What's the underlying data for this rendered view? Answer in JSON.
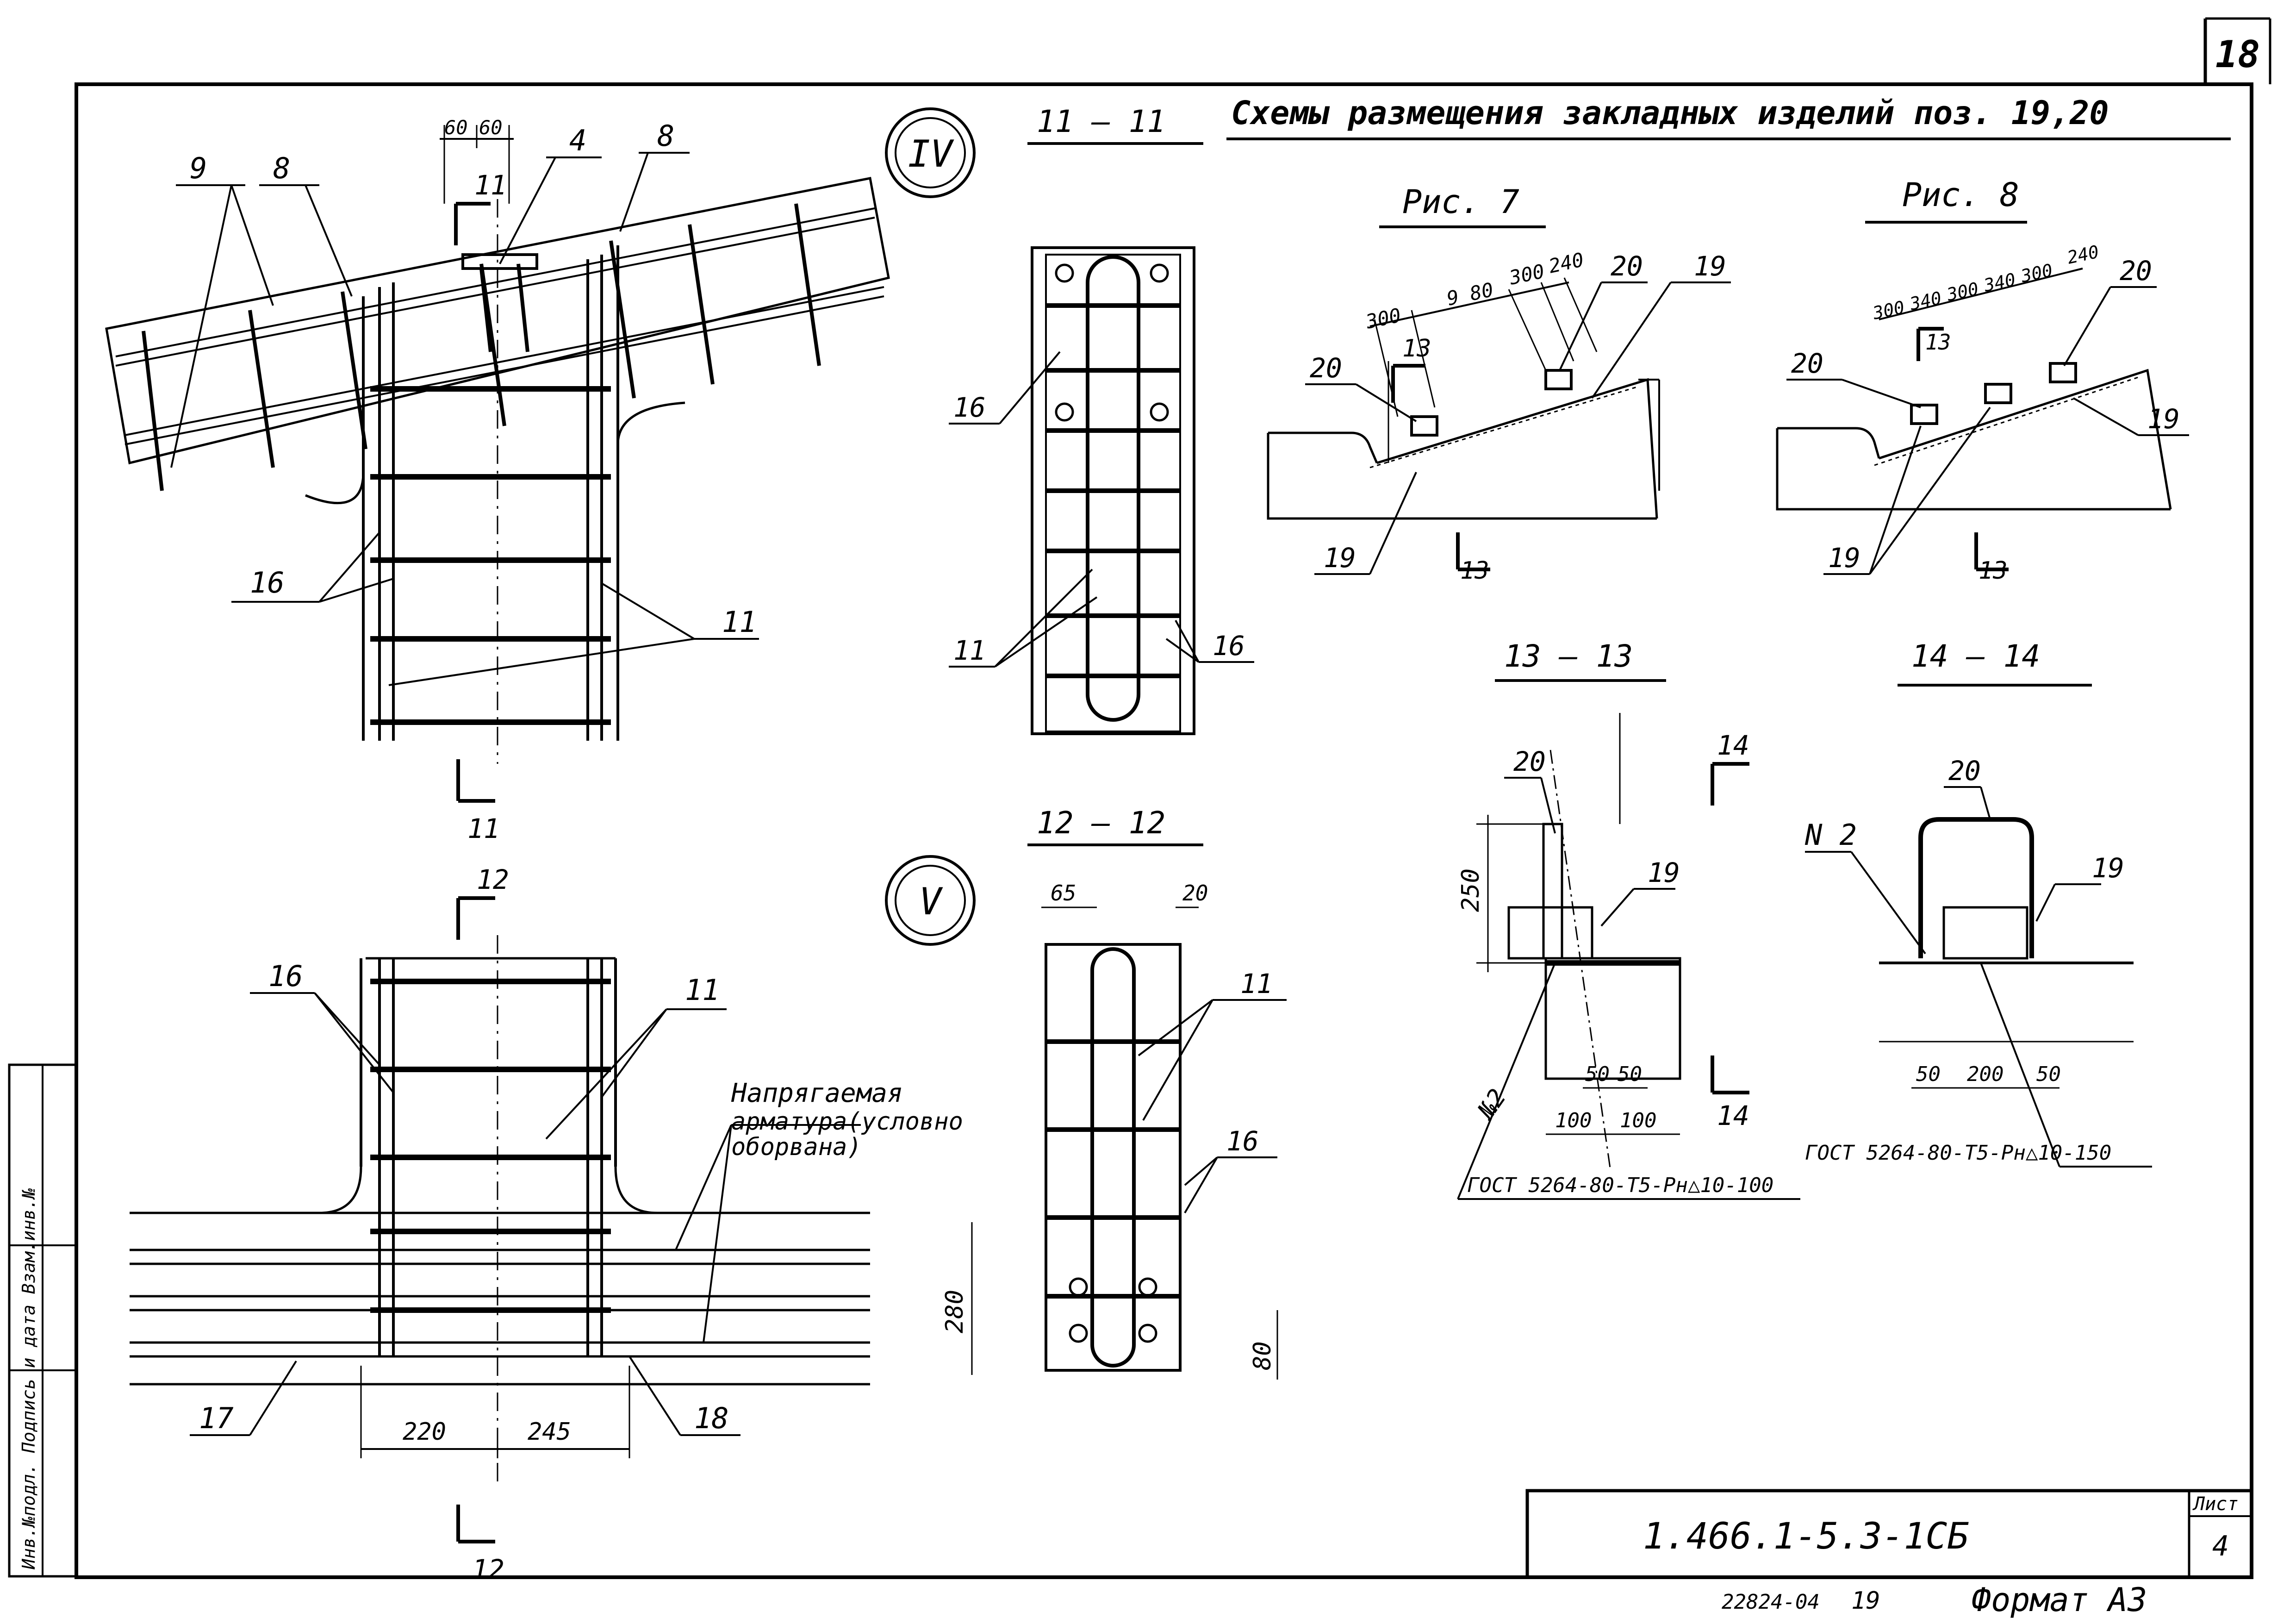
{
  "sheet_number": "18",
  "title": "Схемы размещения закладных изделий поз. 19,20",
  "views": {
    "node_iv": "IV",
    "node_v": "V",
    "sec_11": "11 — 11",
    "sec_12": "12 — 12",
    "sec_13": "13 — 13",
    "sec_14": "14 — 14",
    "fig7": "Рис. 7",
    "fig8": "Рис. 8"
  },
  "labels": {
    "p4": "4",
    "p8": "8",
    "p9": "9",
    "p11": "11",
    "p12": "12",
    "p13": "13",
    "p14": "14",
    "p16": "16",
    "p17": "17",
    "p18": "18",
    "p19": "19",
    "p20": "20",
    "prestressed_1": "Напрягаемая",
    "prestressed_2": "арматура(условно",
    "prestressed_3": "оборвана)",
    "weld_n2": "N 2",
    "weld_no2": "№2",
    "gost_13": "ГОСТ 5264-80-Т5-Рн△10-100",
    "gost_14": "ГОСТ 5264-80-Т5-Рн△10-150"
  },
  "dims": {
    "d60a": "60",
    "d60b": "60",
    "d220": "220",
    "d245": "245",
    "d65": "65",
    "d20": "20",
    "d280": "280",
    "d80": "80",
    "f7_300": "300",
    "f7_980": "9 80",
    "f7_300b": "300",
    "f7_240": "240",
    "f8_300": "300",
    "f8_340": "340",
    "f8_300b": "300",
    "f8_340b": "340",
    "f8_300c": "300",
    "f8_240": "240",
    "d250": "250",
    "d50a": "50",
    "d50b": "50",
    "d100a": "100",
    "d100b": "100",
    "d50c": "50",
    "d200": "200",
    "d50d": "50"
  },
  "titleblock": {
    "code": "1.466.1-5.3-1СБ",
    "sheet_label": "Лист",
    "sheet_value": "4",
    "side_stamp": "Инв.№подл. Подпись и дата Взам.инв.№",
    "footer_num": "22824-04",
    "footer_page": "19",
    "format": "Формат А3"
  }
}
